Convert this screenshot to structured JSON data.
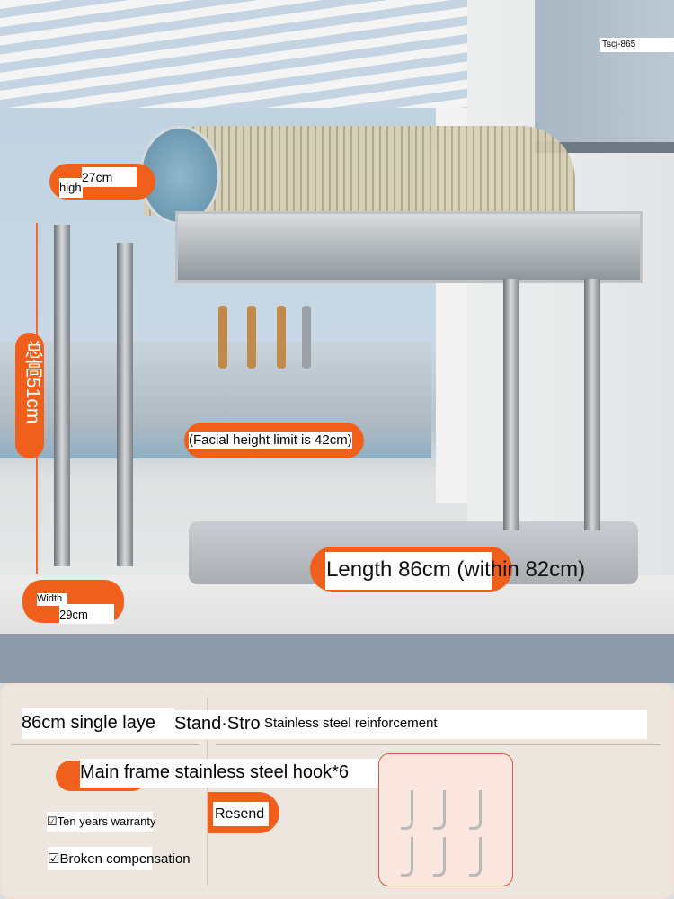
{
  "model_code": "Tscj-865",
  "dimensions": {
    "high_label": "high",
    "depth_value": "27cm",
    "total_height": "总高51cm",
    "facial_limit": "(Facial height limit is 42cm)",
    "length": "Length 86cm (within 82cm)",
    "width_label": "Width",
    "width_value": "29cm"
  },
  "panel": {
    "title_1": "86cm single laye",
    "title_2": "Stand·Stro",
    "title_3": "Stainless steel reinforcement",
    "hook_line": "Main frame stainless steel hook*6",
    "resend": "Resend",
    "features": [
      "☑Ten years warranty",
      "☑Broken compensation"
    ]
  },
  "colors": {
    "accent": "#f0601c",
    "panel": "#ece6df"
  }
}
